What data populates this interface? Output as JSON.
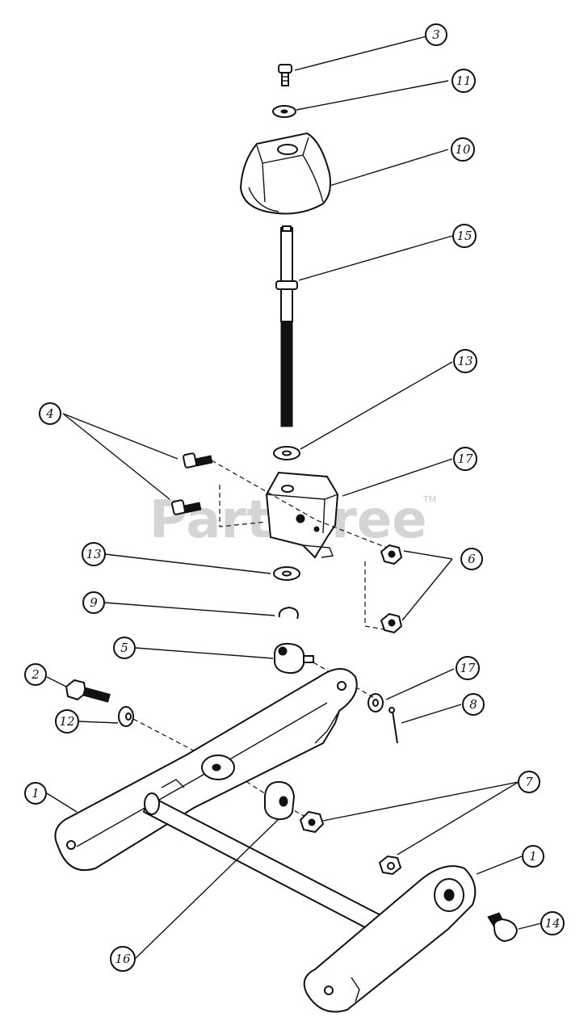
{
  "watermark": {
    "text": "PartsTree",
    "mark": "TM"
  },
  "callouts": [
    {
      "id": "c3",
      "label": "3"
    },
    {
      "id": "c11",
      "label": "11"
    },
    {
      "id": "c10",
      "label": "10"
    },
    {
      "id": "c15",
      "label": "15"
    },
    {
      "id": "c13a",
      "label": "13"
    },
    {
      "id": "c4",
      "label": "4"
    },
    {
      "id": "c17a",
      "label": "17"
    },
    {
      "id": "c13b",
      "label": "13"
    },
    {
      "id": "c6",
      "label": "6"
    },
    {
      "id": "c9",
      "label": "9"
    },
    {
      "id": "c5",
      "label": "5"
    },
    {
      "id": "c17b",
      "label": "17"
    },
    {
      "id": "c2",
      "label": "2"
    },
    {
      "id": "c8",
      "label": "8"
    },
    {
      "id": "c12",
      "label": "12"
    },
    {
      "id": "c7",
      "label": "7"
    },
    {
      "id": "c1a",
      "label": "1"
    },
    {
      "id": "c1b",
      "label": "1"
    },
    {
      "id": "c14",
      "label": "14"
    },
    {
      "id": "c16",
      "label": "16"
    }
  ]
}
